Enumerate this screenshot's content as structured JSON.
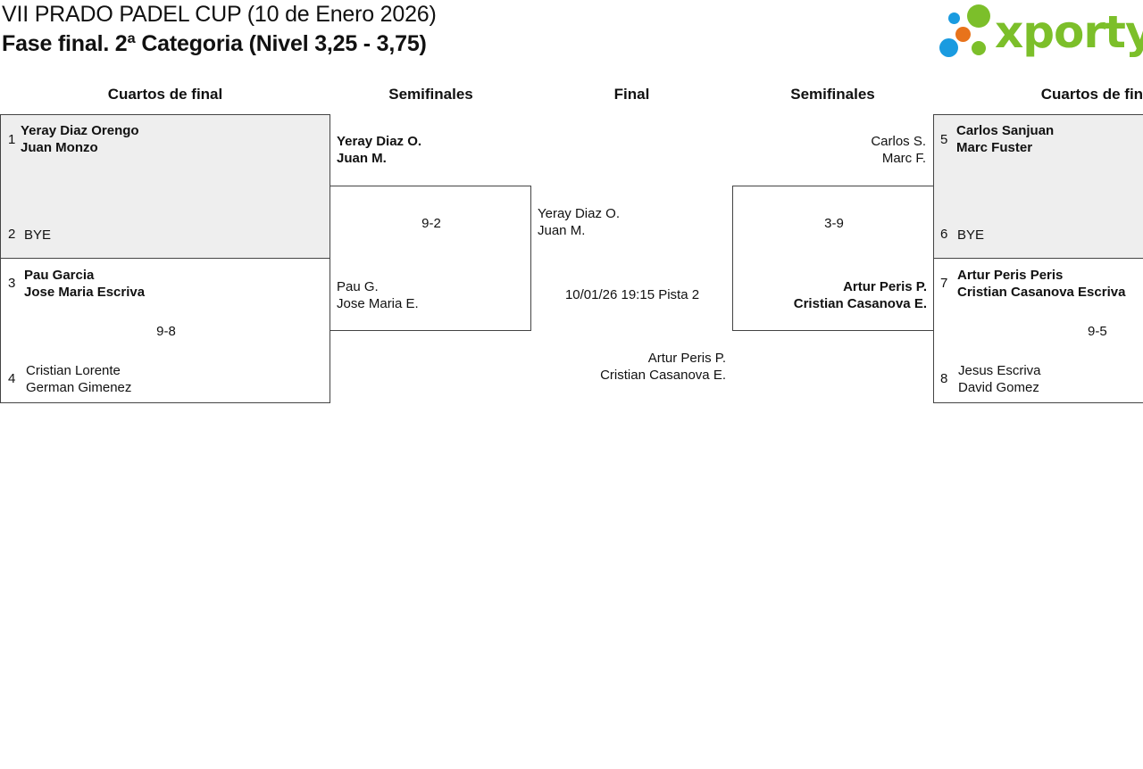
{
  "header": {
    "title": "VII PRADO PADEL CUP (10 de Enero 2026)",
    "subtitle": "Fase final. 2ª Categoria (Nivel 3,25 - 3,75)",
    "logo_text": "xporty",
    "logo_colors": {
      "green": "#7cbf2a",
      "blue": "#1a9be0",
      "orange": "#e8731b"
    }
  },
  "columns": {
    "qf_left": "Cuartos de final",
    "sf_left": "Semifinales",
    "final": "Final",
    "sf_right": "Semifinales",
    "qf_right": "Cuartos de final"
  },
  "qf_left": {
    "m1": {
      "seed_a": "1",
      "team_a": [
        "Yeray Diaz Orengo",
        "Juan Monzo"
      ],
      "seed_b": "2",
      "team_b": "BYE",
      "score": ""
    },
    "m2": {
      "seed_a": "3",
      "team_a": [
        "Pau Garcia",
        "Jose Maria Escriva"
      ],
      "seed_b": "4",
      "team_b": [
        "Cristian Lorente",
        "German Gimenez"
      ],
      "score": "9-8"
    }
  },
  "sf_left": {
    "team_a": [
      "Yeray Diaz O.",
      "Juan M."
    ],
    "team_b": [
      "Pau G.",
      "Jose Maria E."
    ],
    "score": "9-2"
  },
  "final": {
    "team_a": [
      "Yeray Diaz O.",
      "Juan M."
    ],
    "schedule": "10/01/26 19:15 Pista 2",
    "team_b": [
      "Artur Peris P.",
      "Cristian Casanova E."
    ]
  },
  "sf_right": {
    "team_a": [
      "Carlos S.",
      "Marc F."
    ],
    "team_b": [
      "Artur Peris P.",
      "Cristian Casanova E."
    ],
    "score": "3-9"
  },
  "qf_right": {
    "m1": {
      "seed_a": "5",
      "team_a": [
        "Carlos Sanjuan",
        "Marc Fuster"
      ],
      "seed_b": "6",
      "team_b": "BYE",
      "score": ""
    },
    "m2": {
      "seed_a": "7",
      "team_a": [
        "Artur Peris Peris",
        "Cristian Casanova Escriva"
      ],
      "seed_b": "8",
      "team_b": [
        "Jesus Escriva",
        "David Gomez"
      ],
      "score": "9-5"
    }
  }
}
